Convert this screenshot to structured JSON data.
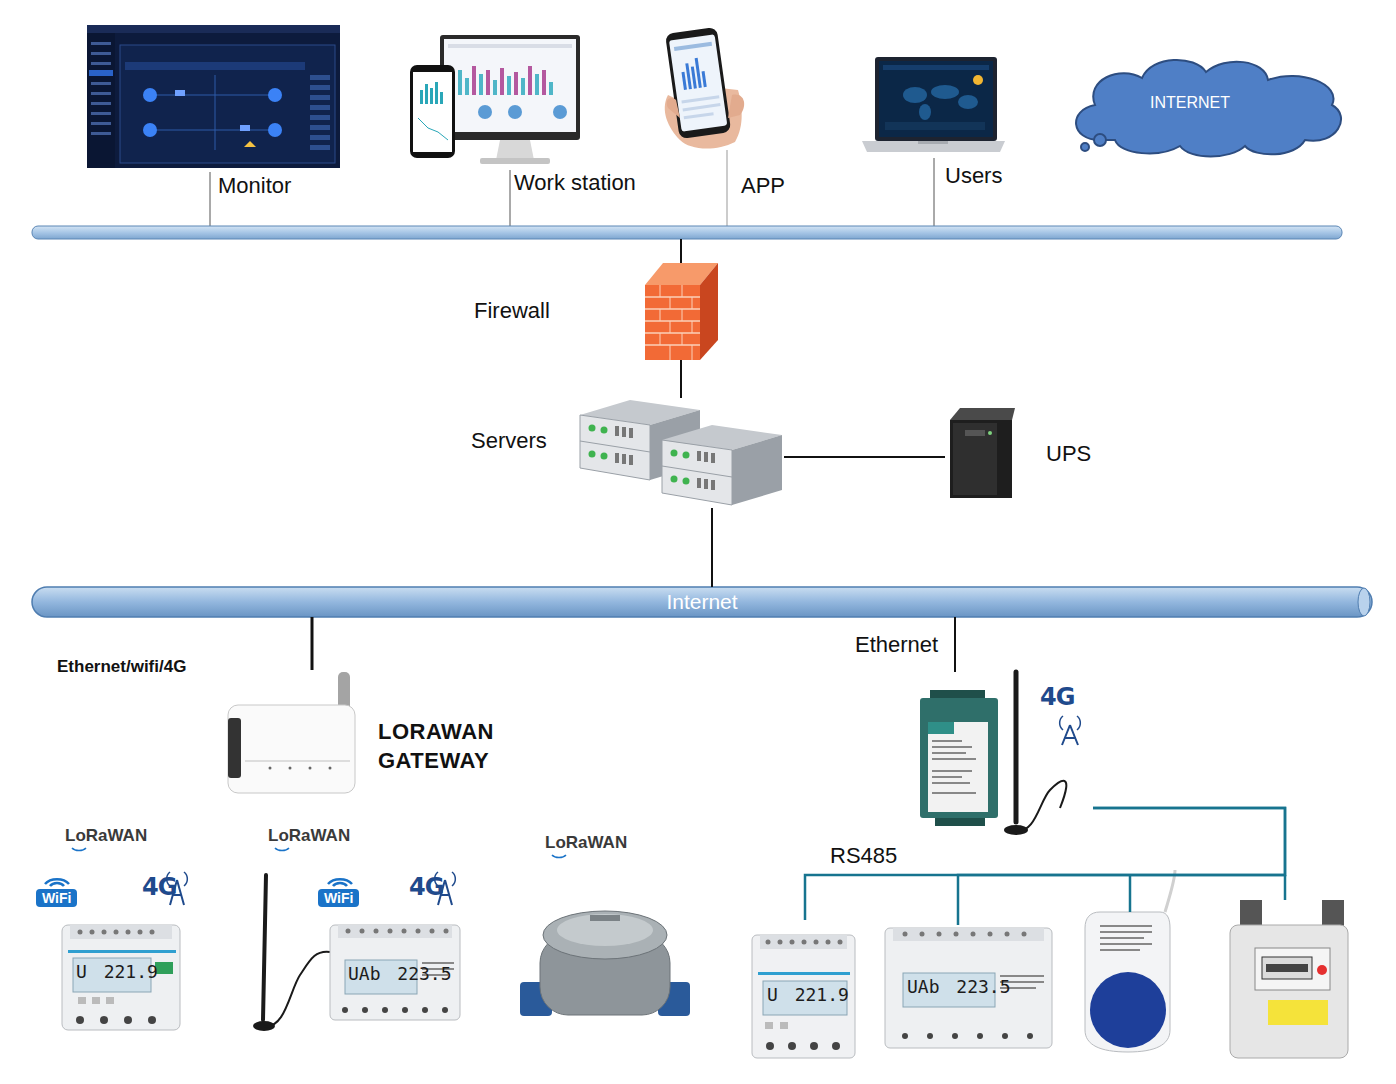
{
  "diagram": {
    "nodes": [
      {
        "text": [
          "Monitor"
        ]
      },
      {
        "text": [
          "Work station"
        ]
      },
      {
        "text": [
          "APP"
        ]
      },
      {
        "text": [
          "Users"
        ]
      },
      {
        "text": [
          "INTERNET"
        ]
      },
      {
        "text": [
          "Firewall"
        ]
      },
      {
        "text": [
          "Servers"
        ]
      },
      {
        "text": [
          "UPS"
        ]
      },
      {
        "text": [
          "Internet"
        ]
      },
      {
        "text": [
          "LORAWAN GATEWAY"
        ]
      },
      {
        "text": [
          "4G"
        ]
      },
      {
        "text": [
          "U 221.9"
        ]
      },
      {
        "text": [
          "UAb 223.5"
        ]
      },
      {
        "text": [
          "U 221.9"
        ]
      },
      {
        "text": [
          "UAb 223.5"
        ]
      }
    ],
    "edges": [
      {
        "from": 5,
        "to": 6,
        "arrow": "none"
      },
      {
        "from": 6,
        "to": 7,
        "arrow": "none"
      },
      {
        "from": 6,
        "to": 8,
        "arrow": "none"
      },
      {
        "from": 8,
        "to": 9,
        "label": "Ethernet/wifi/4G",
        "arrow": "none"
      },
      {
        "from": 8,
        "to": 10,
        "label": "Ethernet",
        "arrow": "none"
      },
      {
        "from": 10,
        "to": 13,
        "arrow": "none"
      },
      {
        "from": 10,
        "to": 14,
        "arrow": "none"
      }
    ],
    "labels": [
      "LoRaWAN",
      "WiFi",
      "4G",
      "LoRaWAN",
      "WiFi",
      "4G",
      "LoRaWAN",
      "RS485"
    ]
  }
}
